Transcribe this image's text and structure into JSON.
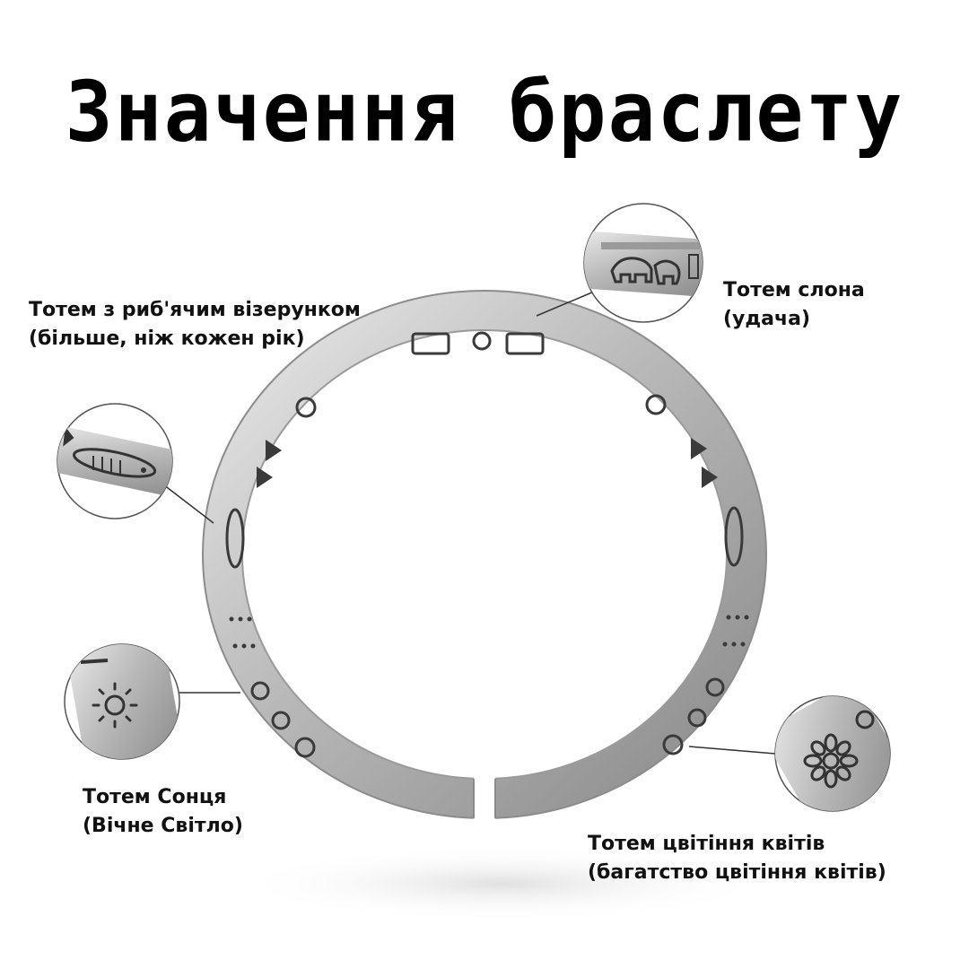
{
  "title": "Значення браслету",
  "labels": {
    "fish": {
      "line1": "Тотем з риб'ячим візерунком",
      "line2": "(більше, ніж кожен рік)"
    },
    "elephant": {
      "line1": "Тотем слона",
      "line2": "(удача)"
    },
    "sun": {
      "line1": "Тотем Сонця",
      "line2": "(Вічне Світло)"
    },
    "flower": {
      "line1": "Тотем цвітіння квітів",
      "line2": "(багатство цвітіння квітів)"
    }
  },
  "icons": {
    "bracelet": "bracelet-icon",
    "fish": "fish-icon",
    "elephant": "elephant-icon",
    "sun": "sun-icon",
    "flower": "flower-icon"
  },
  "colors": {
    "metal": "#c9c9c9",
    "metal_dark": "#6b6b6b",
    "engraving": "#3a3a3a",
    "text": "#111111"
  }
}
